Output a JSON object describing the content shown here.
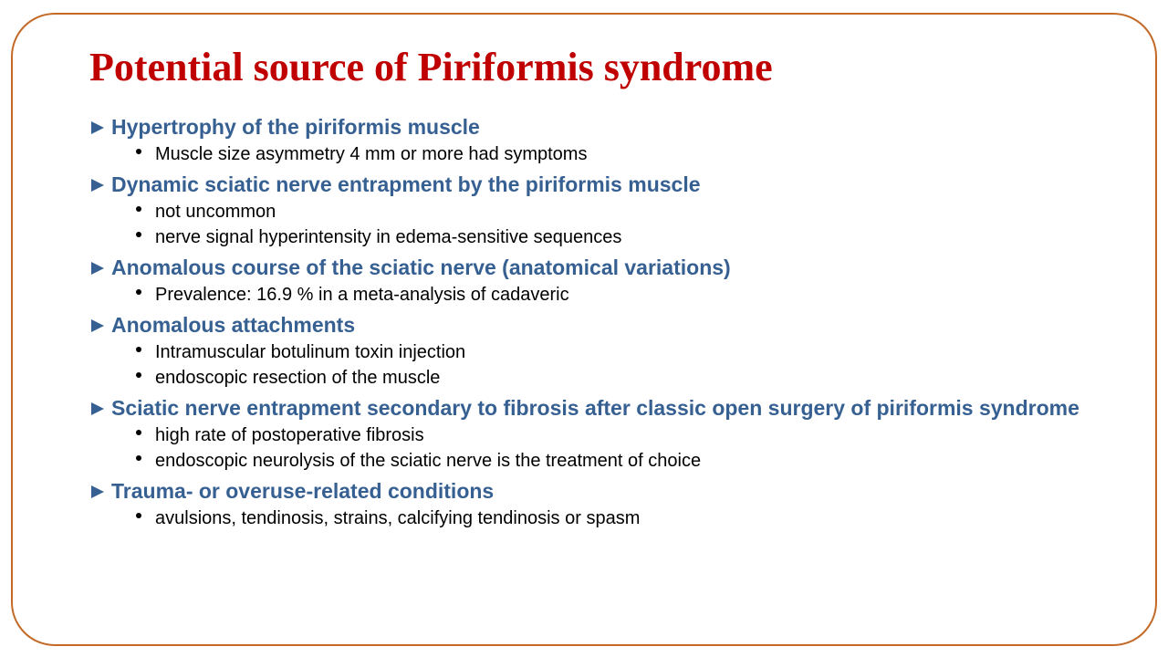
{
  "slide": {
    "title": "Potential source of Piriformis syndrome",
    "sections": [
      {
        "heading": "Hypertrophy of the piriformis muscle",
        "items": [
          "Muscle size asymmetry 4 mm or more had symptoms"
        ]
      },
      {
        "heading": "Dynamic sciatic nerve entrapment by the piriformis muscle",
        "items": [
          "not uncommon",
          "nerve signal hyperintensity in edema-sensitive sequences"
        ]
      },
      {
        "heading": "Anomalous course of the sciatic nerve (anatomical variations)",
        "items": [
          "Prevalence: 16.9 % in a meta-analysis of cadaveric"
        ]
      },
      {
        "heading": "Anomalous attachments",
        "items": [
          "Intramuscular botulinum toxin injection",
          "endoscopic resection of the muscle"
        ]
      },
      {
        "heading": "Sciatic nerve entrapment secondary to fibrosis after classic open surgery of piriformis syndrome",
        "items": [
          "high rate of postoperative fibrosis",
          "endoscopic neurolysis of the sciatic nerve is the treatment of choice"
        ]
      },
      {
        "heading": "Trauma- or overuse-related conditions",
        "items": [
          "avulsions, tendinosis, strains, calcifying tendinosis or spasm"
        ]
      }
    ]
  },
  "icons": {
    "section_marker": "triangle-right-icon",
    "item_marker": "bullet-dot-icon"
  },
  "colors": {
    "title": "#c00000",
    "heading": "#376092",
    "frame": "#c46a26",
    "text": "#000000"
  }
}
